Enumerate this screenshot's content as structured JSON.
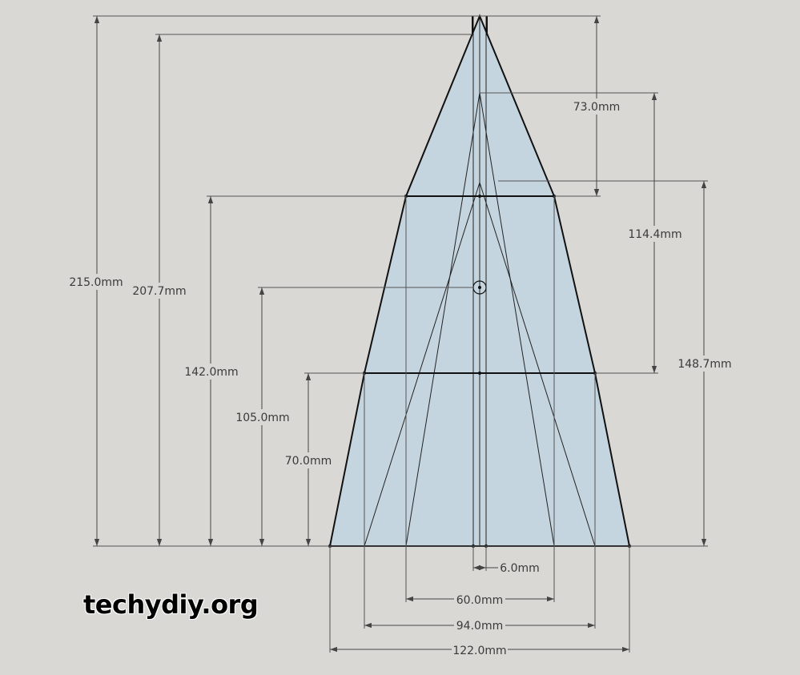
{
  "dimensions": {
    "overall_height": "215.0mm",
    "tree_height": "207.7mm",
    "second_tier_base": "142.0mm",
    "center_mark": "105.0mm",
    "first_tier_base": "70.0mm",
    "top_tier_height": "73.0mm",
    "middle_inner_height": "114.4mm",
    "lower_inner_height": "148.7mm",
    "slot_width": "6.0mm",
    "top_tier_width": "60.0mm",
    "middle_tier_width": "94.0mm",
    "base_width": "122.0mm"
  },
  "colors": {
    "background": "#d9d8d4",
    "face_fill": "#c5d5df",
    "outline": "#111111",
    "dimension_line": "#555555"
  },
  "brand": {
    "text": "techydiy.org"
  }
}
